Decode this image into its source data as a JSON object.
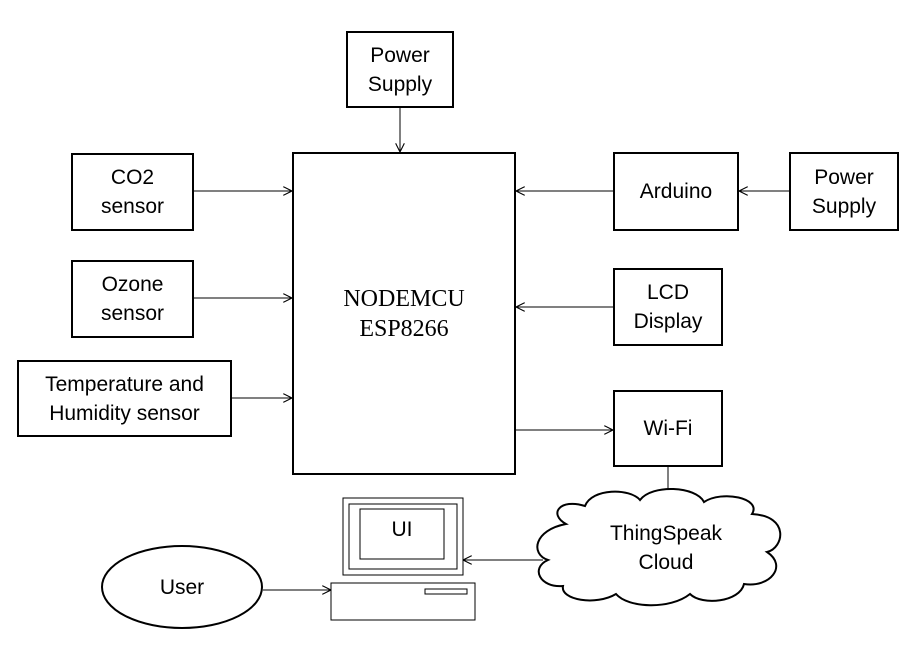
{
  "blocks": {
    "power_top": "Power\nSupply",
    "co2": "CO2\nsensor",
    "ozone": "Ozone\nsensor",
    "temp_humidity": "Temperature  and\nHumidity sensor",
    "mcu": "NODEMCU\nESP8266",
    "arduino": "Arduino",
    "power_right": "Power\nSupply",
    "lcd": "LCD\nDisplay",
    "wifi": "Wi-Fi",
    "cloud": "ThingSpeak\nCloud",
    "ui": "UI",
    "user": "User"
  }
}
